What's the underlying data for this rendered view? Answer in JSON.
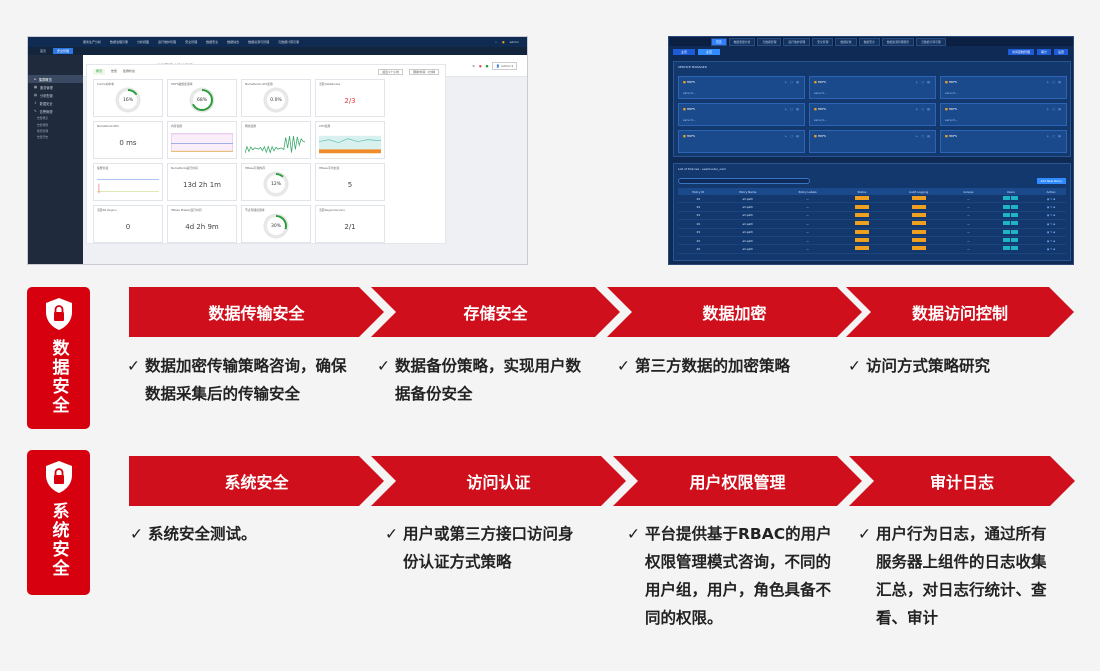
{
  "shot1": {
    "top_menu": [
      "服务生产分析",
      "数据治理引擎",
      "分析视图",
      "运行维护管理",
      "安全管理",
      "数据安全",
      "数据综合",
      "数据资源与管理",
      "元数据计算引擎"
    ],
    "user": "admin",
    "tabs": [
      "首页",
      "安全管理"
    ],
    "sidebar": {
      "items": [
        "集群概览",
        "服务管理",
        "分析配置",
        "数据安全",
        "告警管理"
      ],
      "subitems": [
        "告警概览",
        "告警规则",
        "规则管理",
        "告警历史"
      ]
    },
    "breadcrumb": "控制面板 / 监控指标",
    "header_user": "admin",
    "subtabs": [
      "概况",
      "告警",
      "集群状态"
    ],
    "selects": [
      "最近1个小时",
      "刷新时间: 1分钟"
    ],
    "cards": [
      {
        "title": "Cache命中率",
        "kind": "ring",
        "value": "16%",
        "pct": 16
      },
      {
        "title": "HDFS磁盘使用率",
        "kind": "ring",
        "value": "68%",
        "pct": 68
      },
      {
        "title": "NameNode CPU使用",
        "kind": "ring",
        "value": "0.0%",
        "pct": 0
      },
      {
        "title": "活跃DataNodes",
        "kind": "text",
        "value": "2/3",
        "red": true
      },
      {
        "title": "NameNode RPC",
        "kind": "text",
        "value": "0 ms"
      },
      {
        "title": "内存使用",
        "kind": "chart"
      },
      {
        "title": "网络使用",
        "kind": "chart"
      },
      {
        "title": "CPU使用",
        "kind": "chart"
      },
      {
        "title": "集群负载",
        "kind": "chart"
      },
      {
        "title": "NameNode运行时间",
        "kind": "text",
        "value": "13d 2h 1m"
      },
      {
        "title": "HBase可用内存",
        "kind": "ring",
        "value": "12%",
        "pct": 12
      },
      {
        "title": "HBase平均负载",
        "kind": "text",
        "value": "5"
      },
      {
        "title": "活跃RS Region",
        "kind": "text",
        "value": "0"
      },
      {
        "title": "HBase Master运行时间",
        "kind": "text",
        "value": "4d 2h 9m"
      },
      {
        "title": "节点存储使用率",
        "kind": "ring",
        "value": "30%",
        "pct": 30
      },
      {
        "title": "活跃RegionServers",
        "kind": "text",
        "value": "2/1"
      }
    ]
  },
  "shot2": {
    "top_tabs": [
      "首页",
      "数据质量分析",
      "元数据管理",
      "运行维护管理",
      "安全管理",
      "数据标准",
      "数据安全",
      "数据资源管理服务",
      "元数据计算引擎"
    ],
    "bar_tabs": [
      "主页",
      "主页"
    ],
    "bar_right": [
      "访问控制管理",
      "审计",
      "设置"
    ],
    "services_label": "SERVICE MANAGER",
    "services": [
      {
        "name": "HDFS",
        "desc": "ssrvcd..."
      },
      {
        "name": "HDFS",
        "desc": "ssrvcd..."
      },
      {
        "name": "HDFS",
        "desc": "ssrvcd..."
      },
      {
        "name": "HDFS",
        "desc": "ssrvcd..."
      },
      {
        "name": "HDFS",
        "desc": "ssrvcd..."
      },
      {
        "name": "HDFS",
        "desc": "ssrvcd..."
      },
      {
        "name": "HDFS",
        "desc": ""
      },
      {
        "name": "HDFS",
        "desc": ""
      },
      {
        "name": "HDFS",
        "desc": ""
      }
    ],
    "policy_label": "List of Policies : seeCluster_oem",
    "add_label": "Add New Policy",
    "columns": [
      "Policy ID",
      "Policy Name",
      "Policy Labels",
      "Status",
      "Audit Logging",
      "Groups",
      "Users",
      "Action"
    ],
    "rows": [
      [
        "29",
        "all-path",
        "—",
        "",
        "",
        "—",
        "",
        ""
      ],
      [
        "29",
        "all-path",
        "—",
        "",
        "",
        "—",
        "",
        ""
      ],
      [
        "29",
        "all-path",
        "—",
        "",
        "",
        "—",
        "",
        ""
      ],
      [
        "29",
        "all-path",
        "—",
        "",
        "",
        "—",
        "",
        ""
      ],
      [
        "29",
        "all-path",
        "—",
        "",
        "",
        "—",
        "",
        ""
      ],
      [
        "29",
        "all-path",
        "—",
        "",
        "",
        "—",
        "",
        ""
      ],
      [
        "29",
        "all-path",
        "—",
        "",
        "",
        "—",
        "",
        ""
      ]
    ]
  },
  "sections": [
    {
      "label": "数据安全",
      "steps": [
        "数据传输安全",
        "存储安全",
        "数据加密",
        "数据访问控制"
      ],
      "bullets": [
        [
          "数据加密传输策略咨询，确保",
          "数据采集后的传输安全"
        ],
        [
          "数据备份策略，实现用户数",
          "据备份安全"
        ],
        [
          "第三方数据的加密策略"
        ],
        [
          "访问方式策略研究"
        ]
      ]
    },
    {
      "label": "系统安全",
      "steps": [
        "系统安全",
        "访问认证",
        "用户权限管理",
        "审计日志"
      ],
      "bullets": [
        [
          "系统安全测试。"
        ],
        [
          "用户或第三方接口访问身",
          "份认证方式策略"
        ],
        [
          "平台提供基于RBAC的用户",
          "权限管理模式咨询，不同的",
          "用户组，用户，角色具备不",
          "同的权限。"
        ],
        [
          "用户行为日志，通过所有",
          "服务器上组件的日志收集",
          "汇总，对日志行统计、查",
          "看、审计"
        ]
      ]
    }
  ],
  "colors": {
    "red": "#cf0f1c",
    "shield": "#d6000f",
    "green": "#2a9d3a",
    "blue": "#2f8bff"
  },
  "icons": [
    "lock-icon",
    "check-icon",
    "home-icon",
    "folder-icon",
    "search-icon"
  ]
}
